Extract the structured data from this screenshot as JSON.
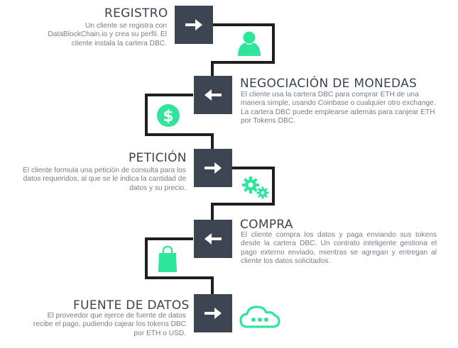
{
  "steps": [
    {
      "title": "REGISTRO",
      "description": "Un cliente se registra con DataBlockChain.io y crea su perfil. El cliente instala la cartera DBC.",
      "arrow": "right-arrow",
      "icon": "user-icon"
    },
    {
      "title": "NEGOCIACIÓN DE MONEDAS",
      "description": "El cliente usa la cartera DBC para comprar ETH de una manera simple, usando Coinbase o cualquier otro exchange. La cartera DBC puede emplearse además para canjear ETH por Tokens DBC.",
      "arrow": "left-arrow",
      "icon": "dollar-coin-icon"
    },
    {
      "title": "PETICIÓN",
      "description": "El cliente formula una petición de consulta para los datos requeridos, al que se le indica la cantidad de datos y su precio.",
      "arrow": "right-arrow",
      "icon": "gears-icon"
    },
    {
      "title": "COMPRA",
      "description": "El cliente compra los datos y paga enviando sus tokens desde la cartera DBC. Un contrato inteligente gestiona el pago externo enviado, mientras se agregan y entregan al cliente los datos solicitados.",
      "arrow": "left-arrow",
      "icon": "shopping-bag-icon"
    },
    {
      "title": "FUENTE DE DATOS",
      "description": "El proveedor que ejerce de fuente de datos recibe el pago, pudiendo cajear los tokens DBC por ETH o USD.",
      "arrow": "right-arrow",
      "icon": "cloud-icon"
    }
  ],
  "colors": {
    "box": "#3d4553",
    "accent": "#2ee69b",
    "path": "#1f1f1f",
    "title": "#3a4452",
    "text": "#777d86"
  }
}
